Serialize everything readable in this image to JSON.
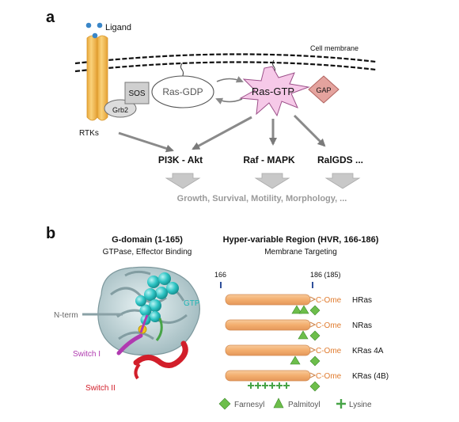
{
  "panel_a": {
    "letter": "a",
    "ligand": "Ligand",
    "cell_membrane": "Cell membrane",
    "rtks": "RTKs",
    "grb2": "Grb2",
    "sos": "SOS",
    "ras_gdp": "Ras-GDP",
    "ras_gtp": "Ras-GTP",
    "gap": "GAP",
    "pathways": [
      "PI3K - Akt",
      "Raf - MAPK",
      "RalGDS ..."
    ],
    "outcomes": "Growth, Survival, Motility, Morphology, ..."
  },
  "panel_b": {
    "letter": "b",
    "gdomain_title": "G-domain (1-165)",
    "gdomain_sub": "GTPase, Effector Binding",
    "hvr_title": "Hyper-variable Region (HVR, 166-186)",
    "hvr_sub": "Membrane Targeting",
    "structure_labels": {
      "gtp": "GTP",
      "nterm": "N-term",
      "switch1": "Switch I",
      "switch2": "Switch II"
    },
    "hvr_start": "166",
    "hvr_end": "186 (185)",
    "rows": [
      {
        "cterm": "C-Ome",
        "name": "HRas"
      },
      {
        "cterm": "C-Ome",
        "name": "NRas"
      },
      {
        "cterm": "C-Ome",
        "name": "KRas 4A"
      },
      {
        "cterm": "C-Ome",
        "name": "KRas (4B)"
      }
    ],
    "legend": {
      "farnesyl": "Farnesyl",
      "palmitoyl": "Palmitoyl",
      "lysine": "Lysine"
    }
  },
  "colors": {
    "rtk": "#F7C65E",
    "ligand": "#3A86C8",
    "ras_gtp": "#F6C9E8",
    "gap": "#E4A39E",
    "hvr_bar": "#F5B97F",
    "green": "#6DBE4B",
    "gtp_cyan": "#2EC4C4",
    "switch1": "#B03AB0",
    "switch2": "#D21E2A"
  }
}
